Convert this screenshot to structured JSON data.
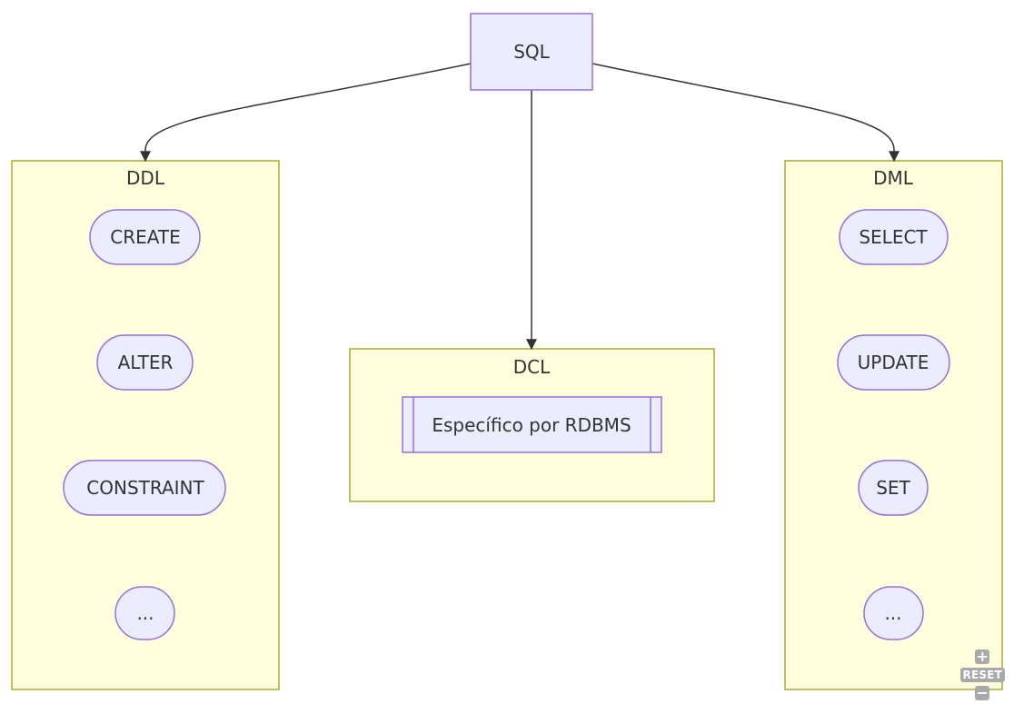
{
  "colors": {
    "node_fill": "#ececff",
    "node_stroke": "#9370db",
    "cluster_fill": "#ffffde",
    "cluster_stroke": "#aaaa33",
    "edge": "#333333",
    "text": "#333333",
    "control_bg": "#a9a9a9"
  },
  "root": {
    "label": "SQL"
  },
  "clusters": {
    "ddl": {
      "title": "DDL",
      "items": [
        "CREATE",
        "ALTER",
        "CONSTRAINT",
        "..."
      ]
    },
    "dcl": {
      "title": "DCL",
      "item": "Específico por RDBMS"
    },
    "dml": {
      "title": "DML",
      "items": [
        "SELECT",
        "UPDATE",
        "SET",
        "..."
      ]
    }
  },
  "controls": {
    "zoom_in": "+",
    "reset": "RESET",
    "zoom_out": "−"
  }
}
